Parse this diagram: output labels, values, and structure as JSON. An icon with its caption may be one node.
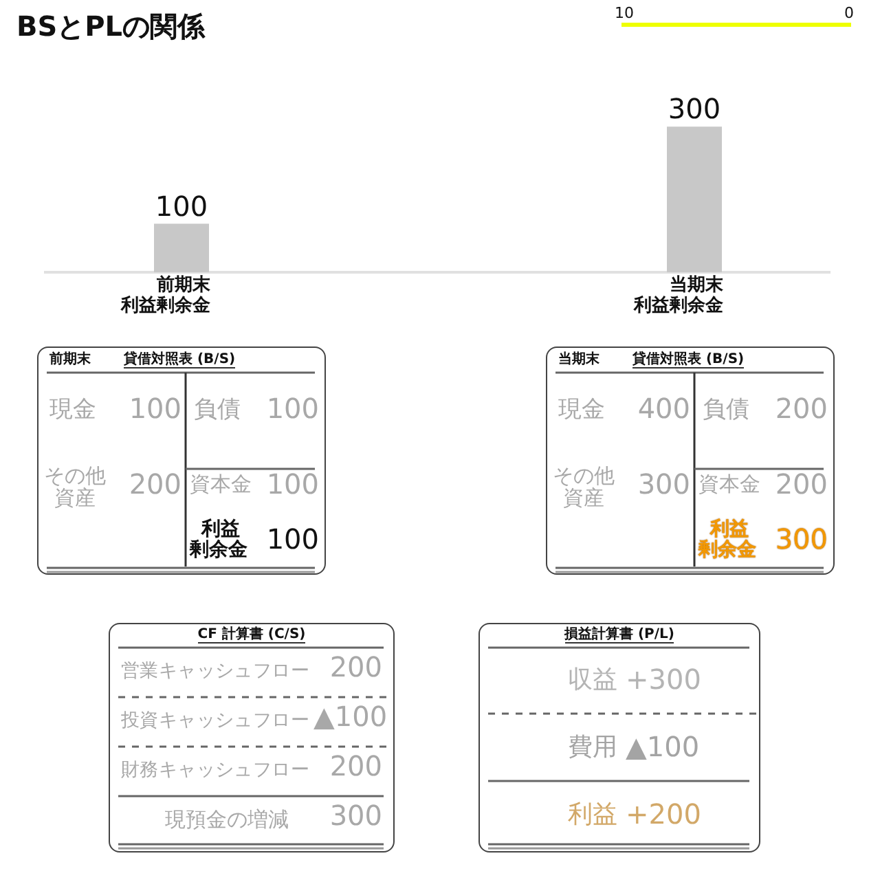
{
  "diagram": {
    "title": "BSとPLの関係",
    "nodes": [
      {
        "text": [
          "前期末",
          "貸借対照表 (B/S)",
          "現金",
          "100",
          "その他資産",
          "200",
          "負債",
          "100",
          "資本金",
          "100",
          "利益剰余金",
          "100"
        ]
      },
      {
        "text": [
          "当期末",
          "貸借対照表 (B/S)",
          "現金",
          "400",
          "その他資産",
          "300",
          "負債",
          "200",
          "資本金",
          "200",
          "利益剰余金",
          "300"
        ]
      },
      {
        "text": [
          "CF 計算書 (C/S)",
          "営業キャッシュフロー",
          "200",
          "投資キャッシュフロー",
          "▲100",
          "財務キャッシュフロー",
          "200",
          "現預金の増減",
          "300"
        ]
      },
      {
        "text": [
          "損益計算書 (P/L)",
          "収益",
          "+300",
          "費用",
          "▲100",
          "利益",
          "+200"
        ]
      }
    ],
    "edges": [],
    "labels": [
      "10",
      "0"
    ],
    "chart_data": {
      "type": "bar",
      "categories": [
        "前期末利益剰余金",
        "当期末利益剰余金"
      ],
      "values": [
        100,
        300
      ],
      "value_labels": [
        "100",
        "300"
      ]
    }
  }
}
